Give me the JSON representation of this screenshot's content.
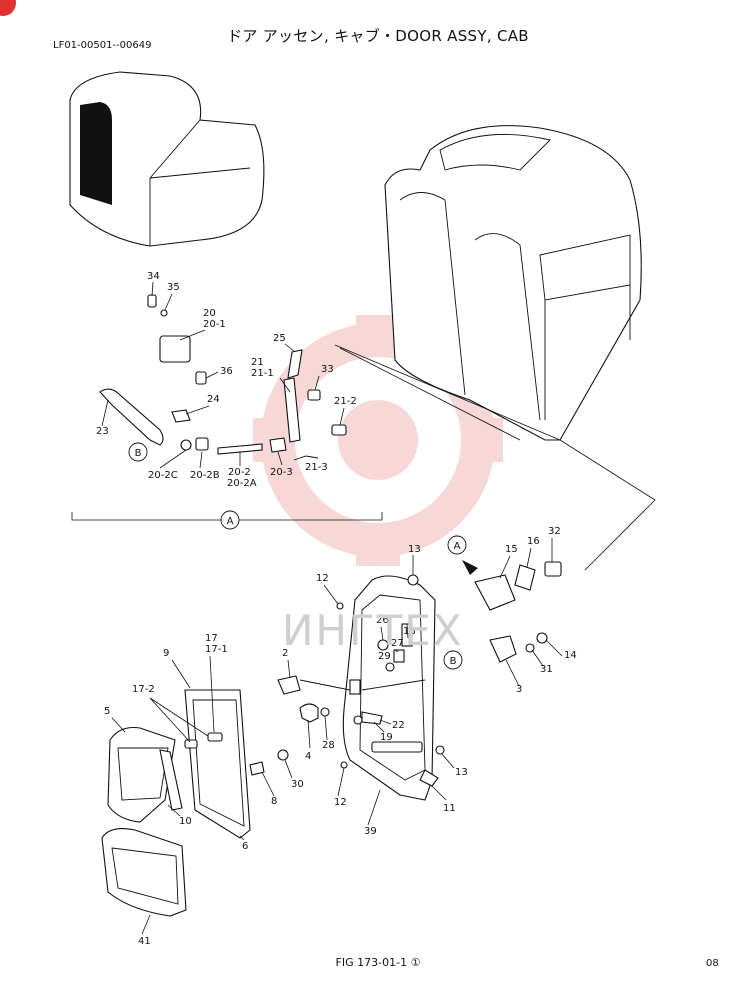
{
  "header": {
    "title": "ドア アッセン, キャブ・DOOR ASSY, CAB",
    "doc_number": "LF01-00501--00649"
  },
  "footer": {
    "figure": "FIG 173-01-1 ①",
    "page": "08"
  },
  "watermark": {
    "text": "ИНГТЕХ",
    "color": "#f4b8b8"
  },
  "callouts": {
    "A": "A",
    "B": "B"
  },
  "parts": {
    "p34": "34",
    "p35": "35",
    "p20": "20",
    "p20_1": "20-1",
    "p36": "36",
    "p24": "24",
    "p23": "23",
    "p20_2c": "20-2C",
    "p20_2b": "20-2B",
    "p20_2": "20-2",
    "p20_2a": "20-2A",
    "p25": "25",
    "p21": "21",
    "p21_1": "21-1",
    "p33": "33",
    "p21_2": "21-2",
    "p20_3": "20-3",
    "p21_3": "21-3",
    "p13a": "13",
    "p12a": "12",
    "p15": "15",
    "p16": "16",
    "p32": "32",
    "p17": "17",
    "p17_1": "17-1",
    "p9": "9",
    "p2": "2",
    "p26": "26",
    "p18": "18",
    "p27": "27",
    "p29": "29",
    "p14": "14",
    "p31": "31",
    "p3": "3",
    "p17_2": "17-2",
    "p5": "5",
    "p22": "22",
    "p28": "28",
    "p19": "19",
    "p4": "4",
    "p13b": "13",
    "p30": "30",
    "p8": "8",
    "p10": "10",
    "p12b": "12",
    "p11": "11",
    "p6": "6",
    "p39": "39",
    "p41": "41"
  }
}
